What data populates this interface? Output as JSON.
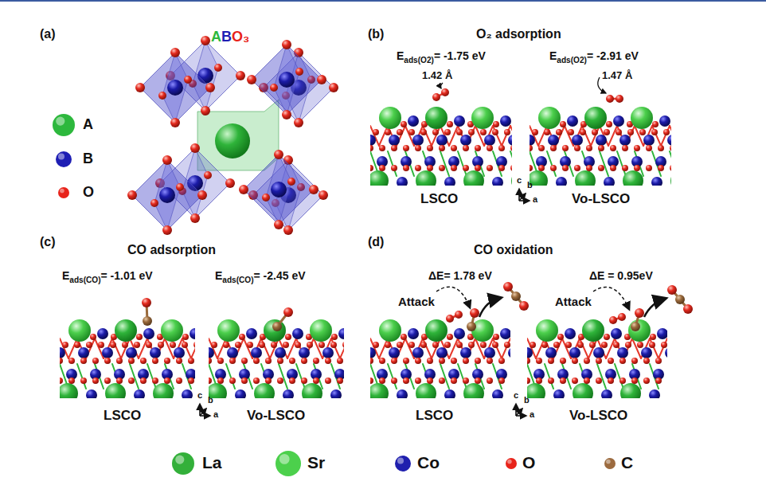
{
  "diagram": {
    "labels": [
      "(a)",
      "ABO₃",
      "(b)",
      "O₂ adsorption",
      "Eads(O2)= -1.75 eV",
      "Eads(O2)= -2.91 eV",
      "1.42 Å",
      "1.47 Å",
      "LSCO",
      "Vo-LSCO",
      "c",
      "b",
      "a",
      "(c)",
      "CO adsorption",
      "Eads(CO)= -1.01 eV",
      "Eads(CO)= -2.45 eV",
      "LSCO",
      "Vo-LSCO",
      "c",
      "b",
      "a",
      "(d)",
      "CO oxidation",
      "ΔE= 1.78 eV",
      "ΔE = 0.95eV",
      "Attack",
      "Attack",
      "LSCO",
      "Vo-LSCO",
      "c",
      "b",
      "a"
    ],
    "legend": [
      {
        "text": "A",
        "color": "#2db83d"
      },
      {
        "text": "B",
        "color": "#1e1eb4"
      },
      {
        "text": "O",
        "color": "#e8231a"
      },
      {
        "text": "La",
        "color": "#33b03a"
      },
      {
        "text": "Sr",
        "color": "#4cd04c"
      },
      {
        "text": "Co",
        "color": "#1f1fae"
      },
      {
        "text": "O",
        "color": "#e8231a"
      },
      {
        "text": "C",
        "color": "#9c6b3f"
      }
    ]
  }
}
